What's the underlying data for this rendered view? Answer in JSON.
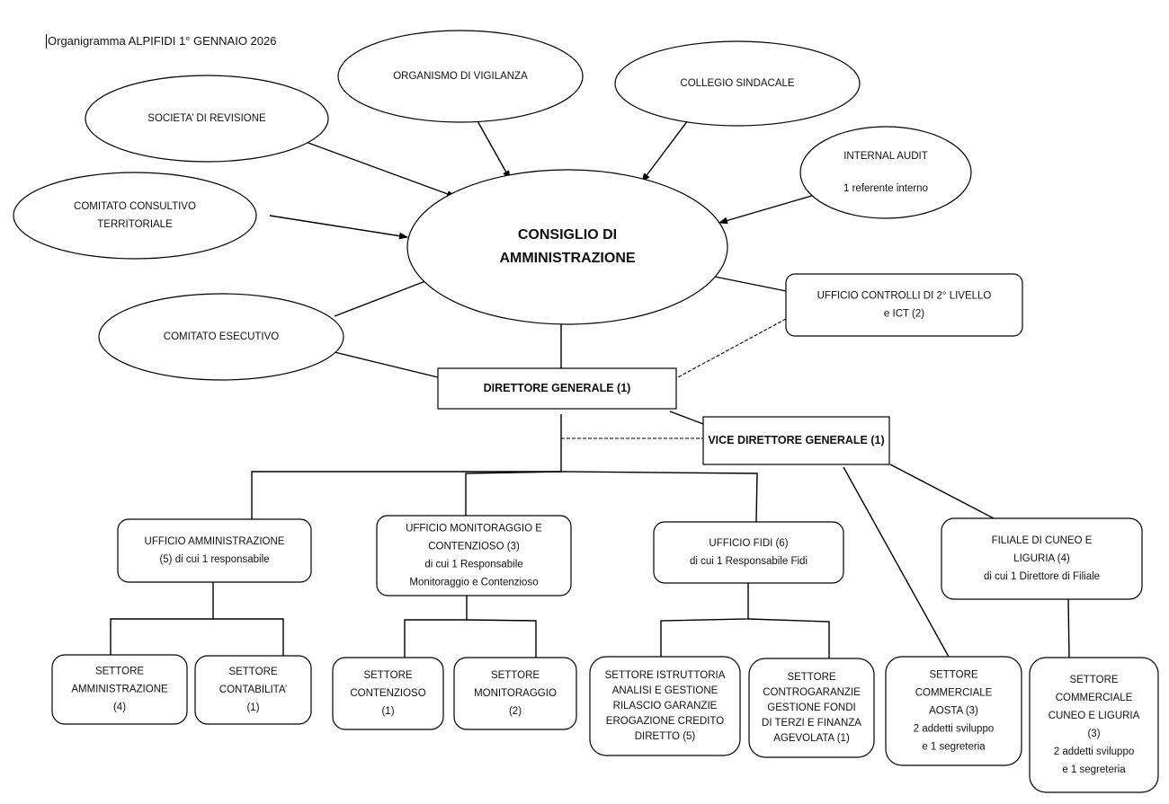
{
  "title": "Organigramma ALPIFIDI 1° GENNAIO 2026",
  "nodes": {
    "revisione": {
      "lines": [
        "SOCIETA’ DI REVISIONE"
      ]
    },
    "vigilanza": {
      "lines": [
        "ORGANISMO DI VIGILANZA"
      ]
    },
    "sindacale": {
      "lines": [
        "COLLEGIO SINDACALE"
      ]
    },
    "internal_audit": {
      "lines": [
        "INTERNAL AUDIT",
        "1 referente interno"
      ]
    },
    "consultivo": {
      "lines": [
        "COMITATO CONSULTIVO",
        "TERRITORIALE"
      ]
    },
    "cda": {
      "lines": [
        "CONSIGLIO DI",
        "AMMINISTRAZIONE"
      ]
    },
    "esecutivo": {
      "lines": [
        "COMITATO ESECUTIVO"
      ]
    },
    "controlli": {
      "lines": [
        "UFFICIO CONTROLLI DI 2° LIVELLO",
        "e ICT (2)"
      ]
    },
    "dg": {
      "lines": [
        "DIRETTORE GENERALE (1)"
      ]
    },
    "vdg": {
      "lines": [
        "VICE DIRETTORE GENERALE (1)"
      ]
    },
    "uff_amm": {
      "lines": [
        "UFFICIO AMMINISTRAZIONE",
        "(5) di cui 1 responsabile"
      ]
    },
    "uff_mon": {
      "lines": [
        "UFFICIO MONITORAGGIO E",
        "CONTENZIOSO (3)",
        "di cui 1 Responsabile",
        "Monitoraggio e Contenzioso"
      ]
    },
    "uff_fidi": {
      "lines": [
        "UFFICIO FIDI (6)",
        "di cui 1 Responsabile Fidi"
      ]
    },
    "filiale": {
      "lines": [
        "FILIALE  DI CUNEO E",
        "LIGURIA (4)",
        "di cui 1 Direttore di Filiale"
      ]
    },
    "set_amm": {
      "lines": [
        "SETTORE",
        "AMMINISTRAZIONE",
        "(4)"
      ]
    },
    "set_cont": {
      "lines": [
        "SETTORE",
        "CONTABILITA’",
        "(1)"
      ]
    },
    "set_contenzioso": {
      "lines": [
        "SETTORE",
        "CONTENZIOSO",
        "(1)"
      ]
    },
    "set_monit": {
      "lines": [
        "SETTORE",
        "MONITORAGGIO",
        "(2)"
      ]
    },
    "set_istr": {
      "lines": [
        "SETTORE ISTRUTTORIA",
        "ANALISI E GESTIONE",
        "RILASCIO GARANZIE",
        "EROGAZIONE CREDITO",
        "DIRETTO (5)"
      ]
    },
    "set_contro": {
      "lines": [
        "SETTORE",
        "CONTROGARANZIE",
        "GESTIONE FONDI",
        "DI TERZI E FINANZA",
        "AGEVOLATA (1)"
      ]
    },
    "set_aosta": {
      "lines": [
        "SETTORE",
        "COMMERCIALE",
        "AOSTA (3)",
        "2 addetti sviluppo",
        "e 1 segreteria"
      ]
    },
    "set_cuneo": {
      "lines": [
        "SETTORE",
        "COMMERCIALE",
        "CUNEO E LIGURIA",
        "(3)",
        "2 addetti sviluppo",
        "e 1 segreteria"
      ]
    }
  },
  "edges": [
    {
      "from": "revisione",
      "to": "cda",
      "type": "arrow"
    },
    {
      "from": "vigilanza",
      "to": "cda",
      "type": "arrow"
    },
    {
      "from": "sindacale",
      "to": "cda",
      "type": "arrow"
    },
    {
      "from": "internal_audit",
      "to": "cda",
      "type": "arrow"
    },
    {
      "from": "consultivo",
      "to": "cda",
      "type": "arrow"
    },
    {
      "from": "esecutivo",
      "to": "cda",
      "type": "line"
    },
    {
      "from": "esecutivo",
      "to": "dg",
      "type": "line"
    },
    {
      "from": "cda",
      "to": "controlli",
      "type": "line"
    },
    {
      "from": "controlli",
      "to": "dg",
      "type": "dashed"
    },
    {
      "from": "cda",
      "to": "dg",
      "type": "line"
    },
    {
      "from": "dg",
      "to": "vdg",
      "type": "line"
    },
    {
      "from": "dg",
      "to": "vdg",
      "type": "dashed"
    },
    {
      "from": "dg",
      "to": "uff_amm",
      "type": "line"
    },
    {
      "from": "dg",
      "to": "uff_mon",
      "type": "line"
    },
    {
      "from": "dg",
      "to": "uff_fidi",
      "type": "line"
    },
    {
      "from": "vdg",
      "to": "filiale",
      "type": "line"
    },
    {
      "from": "vdg",
      "to": "set_aosta",
      "type": "line"
    },
    {
      "from": "uff_amm",
      "to": "set_amm",
      "type": "line"
    },
    {
      "from": "uff_amm",
      "to": "set_cont",
      "type": "line"
    },
    {
      "from": "uff_mon",
      "to": "set_contenzioso",
      "type": "line"
    },
    {
      "from": "uff_mon",
      "to": "set_monit",
      "type": "line"
    },
    {
      "from": "uff_fidi",
      "to": "set_istr",
      "type": "line"
    },
    {
      "from": "uff_fidi",
      "to": "set_contro",
      "type": "line"
    },
    {
      "from": "filiale",
      "to": "set_cuneo",
      "type": "line"
    }
  ]
}
